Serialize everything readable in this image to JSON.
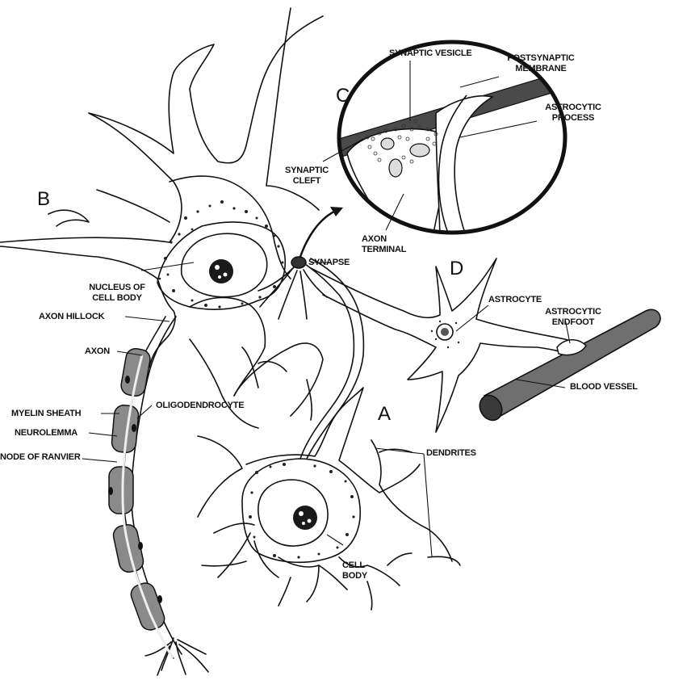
{
  "diagram": {
    "panel_letters": {
      "a": "A",
      "b": "B",
      "c": "C",
      "d": "D"
    },
    "labels": {
      "synaptic_vesicle": "SYNAPTIC VESICLE",
      "postsynaptic_membrane_1": "POSTSYNAPTIC",
      "postsynaptic_membrane_2": "MEMBRANE",
      "astrocytic_process_1": "ASTROCYTIC",
      "astrocytic_process_2": "PROCESS",
      "synaptic_cleft_1": "SYNAPTIC",
      "synaptic_cleft_2": "CLEFT",
      "axon_terminal_1": "AXON",
      "axon_terminal_2": "TERMINAL",
      "synapse": "SYNAPSE",
      "nucleus_1": "NUCLEUS OF",
      "nucleus_2": "CELL BODY",
      "axon_hillock": "AXON HILLOCK",
      "axon": "AXON",
      "myelin_sheath": "MYELIN SHEATH",
      "neurolemma": "NEUROLEMMA",
      "node_of_ranvier": "NODE OF RANVIER",
      "oligodendrocyte": "OLIGODENDROCYTE",
      "astrocyte": "ASTROCYTE",
      "astrocytic_endfoot_1": "ASTROCYTIC",
      "astrocytic_endfoot_2": "ENDFOOT",
      "blood_vessel": "BLOOD VESSEL",
      "dendrites": "DENDRITES",
      "cell_body_1": "CELL",
      "cell_body_2": "BODY"
    },
    "colors": {
      "ink": "#111111",
      "myelin": "#8a8a8a",
      "vessel": "#6f6f6f",
      "membrane": "#4a4a4a"
    }
  }
}
